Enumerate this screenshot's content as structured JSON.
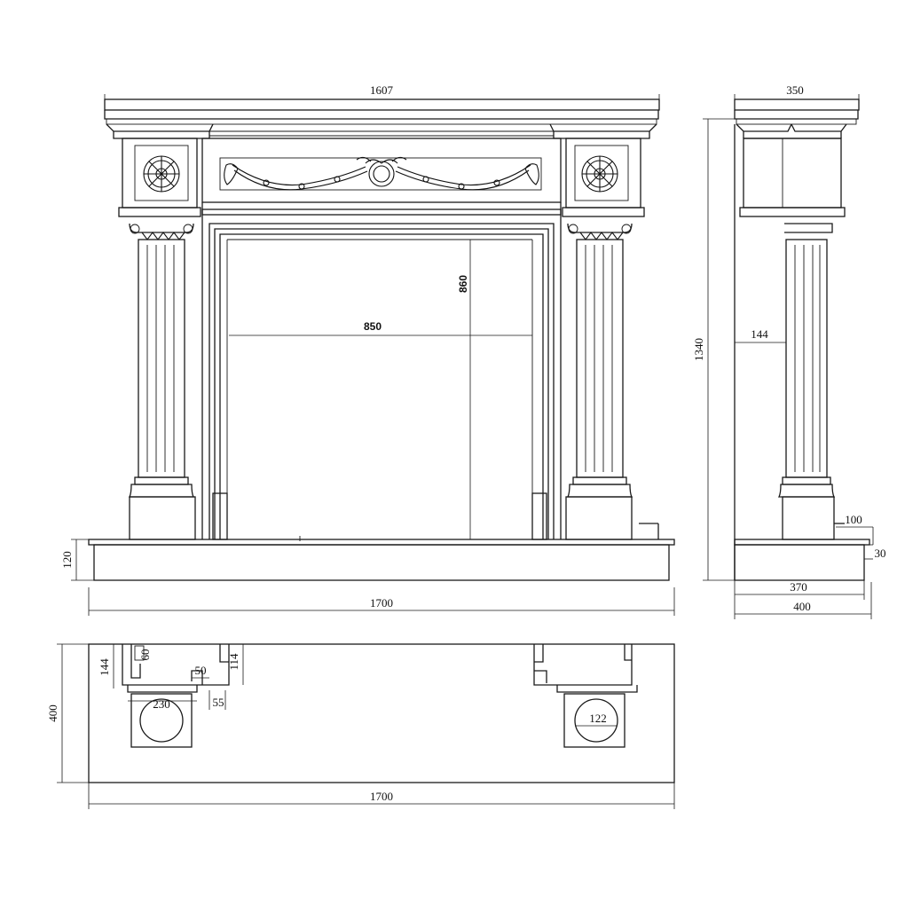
{
  "front_view": {
    "mantel_width": "1607",
    "opening_width": "850",
    "opening_height": "860",
    "hearth_height": "120",
    "overall_width": "1700"
  },
  "side_view": {
    "shelf_depth": "350",
    "overall_height": "1340",
    "pilaster_depth": "144",
    "hearth_step": "100",
    "hearth_lip": "30",
    "base_depth": "370",
    "overall_depth": "400"
  },
  "plan_view": {
    "depth": "400",
    "leg_depth": "144",
    "leg_return": "60",
    "step_width": "50",
    "inner_return": "114",
    "leg_width": "230",
    "inset": "55",
    "hole_diameter": "122",
    "overall_width": "1700"
  }
}
